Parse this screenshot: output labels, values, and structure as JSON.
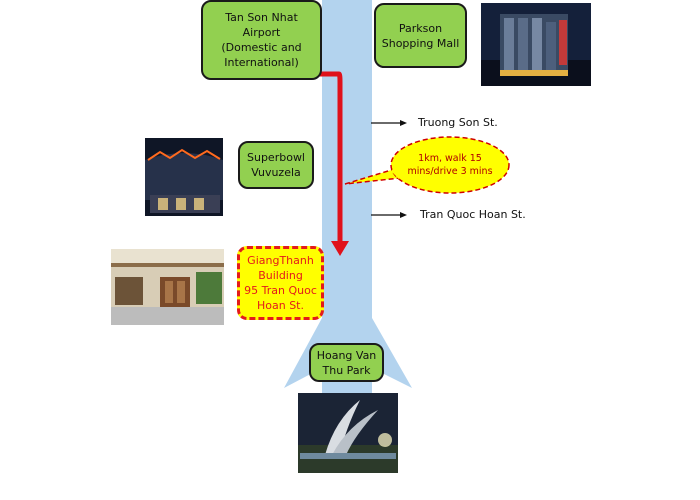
{
  "landmarks": {
    "airport": "Tan Son Nhat\nAirport\n(Domestic and\nInternational)",
    "parkson": "Parkson\nShopping Mall",
    "superbowl": "Superbowl\nVuvuzela",
    "giangthanh": "GiangThanh\nBuilding\n95 Tran Quoc\nHoan St.",
    "park": "Hoang Van\nThu Park"
  },
  "streets": {
    "truong_son": "Truong Son St.",
    "tran_quoc_hoan": "Tran Quoc Hoan St."
  },
  "callout": "1km, walk 15\nmins/drive 3 mins",
  "colors": {
    "road": "#b3d3ee",
    "box_fill": "#92d050",
    "route_arrow": "#e0111b",
    "callout_fill": "#ffff00",
    "callout_border": "#d00000",
    "highlight_border": "#e31b1b"
  },
  "photos": {
    "parkson": "parkson-mall-photo",
    "superbowl": "superbowl-photo",
    "giangthanh": "building-photo",
    "park": "park-monument-photo"
  }
}
